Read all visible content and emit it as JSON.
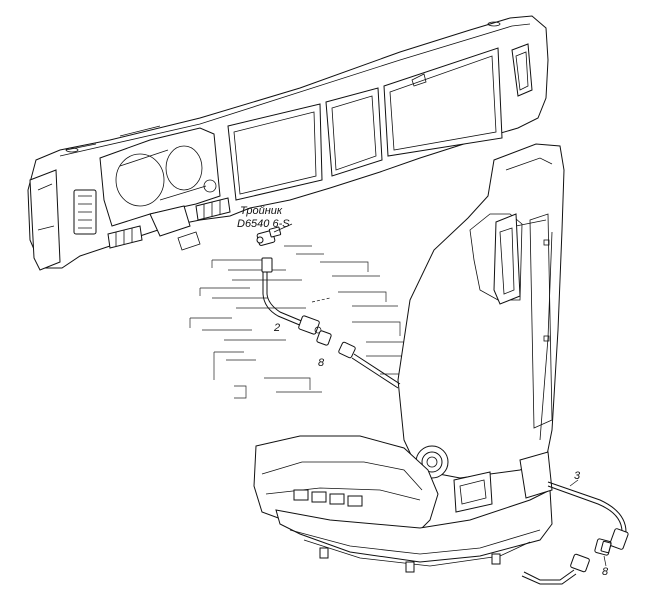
{
  "labels": {
    "tee_name": "Тройник",
    "tee_code": "D6540 6-S",
    "item_2": "2",
    "item_8_top": "8",
    "item_3": "3",
    "item_8_bottom": "8"
  }
}
